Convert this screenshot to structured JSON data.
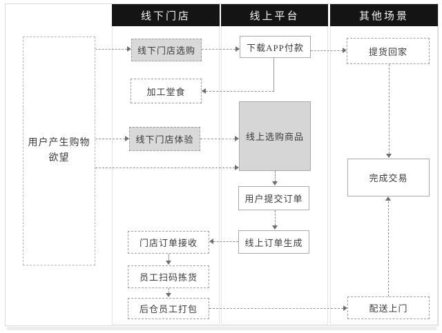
{
  "colors": {
    "header_bg": "#141414",
    "header_text": "#f5f5f5",
    "node_fill_gray": "#d9d9d9",
    "node_fill_white": "#ffffff",
    "border_gray": "#9c9c9c",
    "line_gray": "#8f8f8f",
    "text_dark": "#3a3a3a",
    "column_border": "#e3e3e3",
    "frame_border": "#d9d9d9"
  },
  "columns": [
    {
      "label": "线下门店"
    },
    {
      "label": "线上平台"
    },
    {
      "label": "其他场景"
    }
  ],
  "origin": {
    "line1": "用户产生购物",
    "line2": "欲望"
  },
  "nodes": {
    "offline_select": {
      "label": "线下门店选购"
    },
    "download_app": {
      "label": "下载APP付款"
    },
    "pickup_home": {
      "label": "提货回家"
    },
    "dine_in": {
      "label": "加工堂食"
    },
    "offline_experience": {
      "label": "线下门店体验"
    },
    "online_select": {
      "label": "线上选购商品"
    },
    "complete_deal": {
      "label": "完成交易"
    },
    "submit_order": {
      "label": "用户提交订单"
    },
    "order_generated": {
      "label": "线上订单生成"
    },
    "store_receive": {
      "label": "门店订单接收"
    },
    "scan_pick": {
      "label": "员工扫码拣货"
    },
    "warehouse_pack": {
      "label": "后仓员工打包"
    },
    "delivery": {
      "label": "配送上门"
    }
  }
}
